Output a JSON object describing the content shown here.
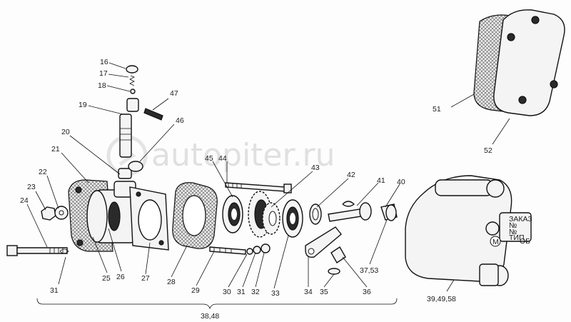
{
  "watermark": "autopiter.ru",
  "callouts": [
    "16",
    "17",
    "18",
    "19",
    "47",
    "46",
    "20",
    "21",
    "22",
    "23",
    "24",
    "25",
    "26",
    "27",
    "28",
    "29",
    "30",
    "31",
    "31",
    "32",
    "33",
    "34",
    "35",
    "36",
    "37,53",
    "39,49,58",
    "40",
    "41",
    "42",
    "43",
    "44",
    "45",
    "51",
    "52",
    "38,48"
  ],
  "plate_text": [
    "М",
    "ЗАКАЗ",
    "№",
    "№",
    "ТИП",
    "ОБ"
  ]
}
